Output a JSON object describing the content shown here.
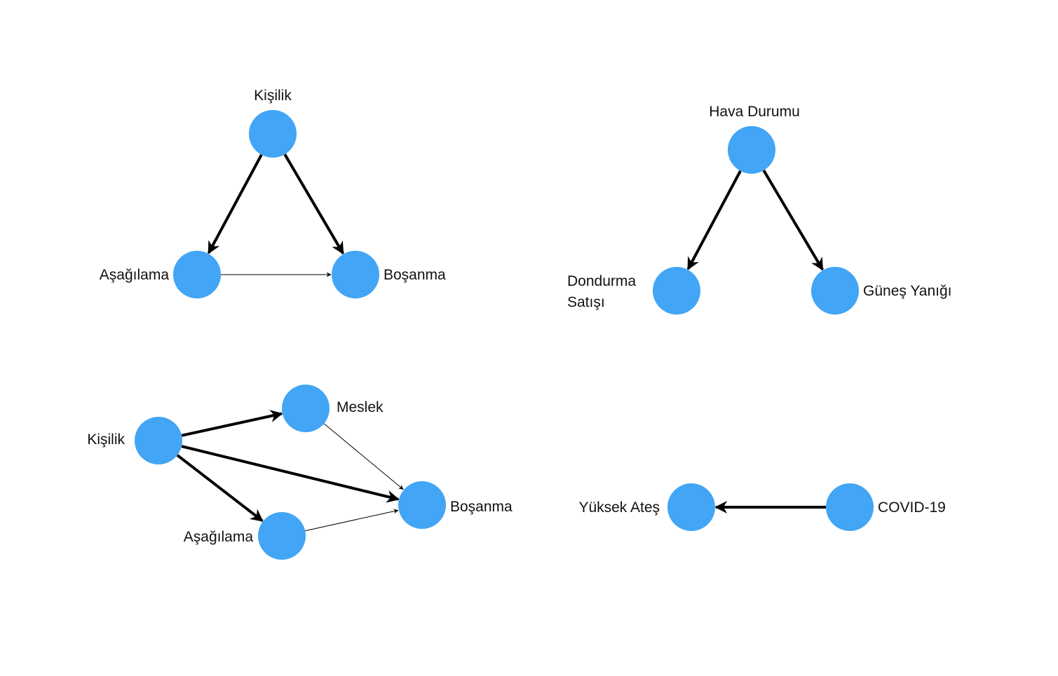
{
  "colors": {
    "node": "#42a5f5",
    "edge": "#000000",
    "text": "#111111"
  },
  "diagrams": [
    {
      "nodes": [
        {
          "id": "kisilik",
          "label": "Kişilik"
        },
        {
          "id": "asagilama",
          "label": "Aşağılama"
        },
        {
          "id": "bosanma",
          "label": "Boşanma"
        }
      ],
      "edges": [
        {
          "from": "kisilik",
          "to": "asagilama",
          "weight": "strong"
        },
        {
          "from": "kisilik",
          "to": "bosanma",
          "weight": "strong"
        },
        {
          "from": "asagilama",
          "to": "bosanma",
          "weight": "weak"
        }
      ]
    },
    {
      "nodes": [
        {
          "id": "hava",
          "label": "Hava Durumu"
        },
        {
          "id": "dondurma",
          "label": "Dondurma",
          "label_line2": "Satışı"
        },
        {
          "id": "gunes",
          "label": "Güneş Yanığı"
        }
      ],
      "edges": [
        {
          "from": "hava",
          "to": "dondurma",
          "weight": "strong"
        },
        {
          "from": "hava",
          "to": "gunes",
          "weight": "strong"
        }
      ]
    },
    {
      "nodes": [
        {
          "id": "kisilik",
          "label": "Kişilik"
        },
        {
          "id": "meslek",
          "label": "Meslek"
        },
        {
          "id": "bosanma",
          "label": "Boşanma"
        },
        {
          "id": "asagilama",
          "label": "Aşağılama"
        }
      ],
      "edges": [
        {
          "from": "kisilik",
          "to": "meslek",
          "weight": "strong"
        },
        {
          "from": "kisilik",
          "to": "bosanma",
          "weight": "strong"
        },
        {
          "from": "kisilik",
          "to": "asagilama",
          "weight": "strong"
        },
        {
          "from": "meslek",
          "to": "bosanma",
          "weight": "weak"
        },
        {
          "from": "asagilama",
          "to": "bosanma",
          "weight": "weak"
        }
      ]
    },
    {
      "nodes": [
        {
          "id": "ates",
          "label": "Yüksek Ateş"
        },
        {
          "id": "covid",
          "label": "COVID-19"
        }
      ],
      "edges": [
        {
          "from": "covid",
          "to": "ates",
          "weight": "strong"
        }
      ]
    }
  ]
}
